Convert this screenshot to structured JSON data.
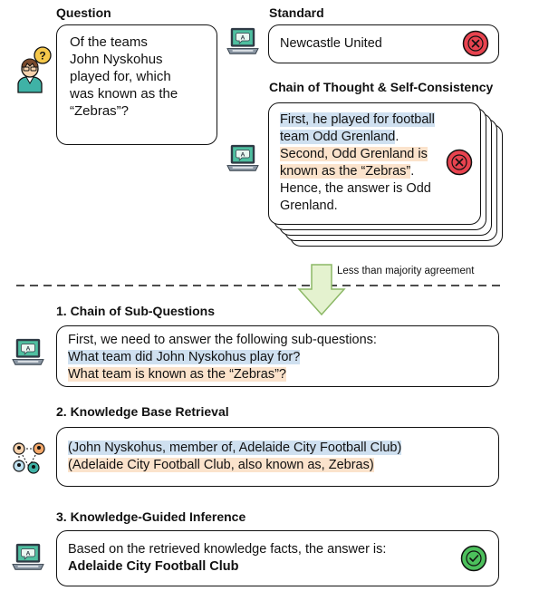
{
  "question": {
    "heading": "Question",
    "lines": [
      "Of the teams",
      "John Nyskohus",
      "played for, which",
      "was known as the",
      "“Zebras”?"
    ]
  },
  "standard": {
    "heading": "Standard",
    "answer": "Newcastle United"
  },
  "cot": {
    "heading": "Chain of Thought & Self-Consistency",
    "line1a": "First, he played for football",
    "line1b": "team Odd Grenland",
    "line1c": ".",
    "line2a": "Second, Odd Grenland is",
    "line2b": "known as the “Zebras”",
    "line2c": ".",
    "line3a": "Hence, the answer is Odd",
    "line3b": "Grenland."
  },
  "divider": {
    "arrow_label": "Less than majority agreement"
  },
  "step1": {
    "heading": "1. Chain of Sub-Questions",
    "intro": "First, we need to answer the following sub-questions:",
    "q1": "What team did John Nyskohus play for?",
    "q2": "What team is known as the “Zebras”?"
  },
  "step2": {
    "heading": "2. Knowledge Base Retrieval",
    "fact1": "(John Nyskohus, member of, Adelaide City Football Club)",
    "fact2": "(Adelaide City Football Club, also known as, Zebras)"
  },
  "step3": {
    "heading": "3. Knowledge-Guided Inference",
    "intro": "Based on the retrieved knowledge facts, the answer is:",
    "answer": "Adelaide City Football Club"
  },
  "colors": {
    "wrong": "#e8434f",
    "correct": "#4cc05c",
    "highlight_blue": "#cfe0f0",
    "highlight_orange": "#fbe3cc",
    "laptop_screen": "#4fbfa0",
    "arrow_fill": "#e4f2cf",
    "arrow_stroke": "#8cb866"
  },
  "icons": [
    "person-question-icon",
    "laptop-bot-icon",
    "wrong-x-icon",
    "correct-check-icon",
    "knowledge-graph-icon"
  ]
}
